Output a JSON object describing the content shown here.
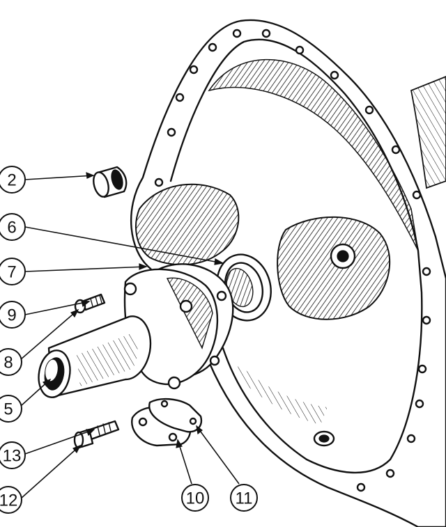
{
  "callouts": [
    {
      "id": "2",
      "label": "2"
    },
    {
      "id": "6",
      "label": "6"
    },
    {
      "id": "7",
      "label": "7"
    },
    {
      "id": "9",
      "label": "9"
    },
    {
      "id": "8",
      "label": "8"
    },
    {
      "id": "5",
      "label": "5"
    },
    {
      "id": "13",
      "label": "13"
    },
    {
      "id": "12",
      "label": "12"
    },
    {
      "id": "10",
      "label": "10"
    },
    {
      "id": "11",
      "label": "11"
    }
  ],
  "colors": {
    "ink": "#111111",
    "paper": "#ffffff"
  }
}
